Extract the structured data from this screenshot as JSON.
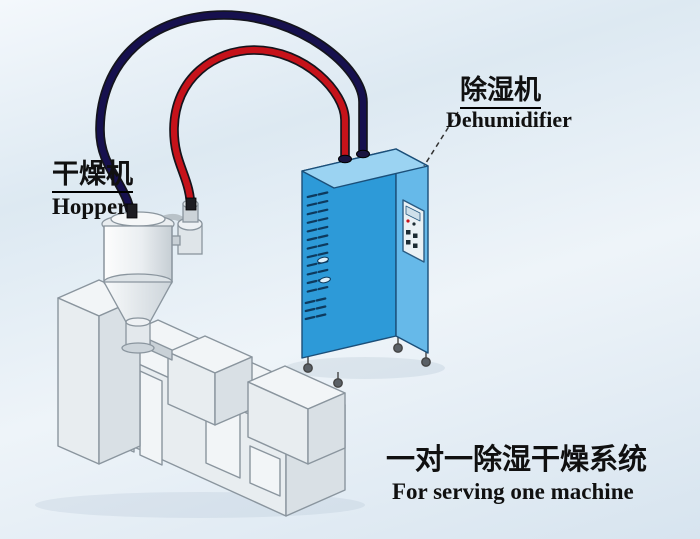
{
  "labels": {
    "hopper": {
      "zh": "干燥机",
      "en": "Hopper"
    },
    "dehumidifier": {
      "zh": "除湿机",
      "en": "Dehumidifier"
    },
    "caption": {
      "zh": "一对一除湿干燥系统",
      "en": "For serving one machine"
    }
  },
  "colors": {
    "tube_red": "#c6121a",
    "tube_navy": "#16104e",
    "cabinet_front": "#2d9ad8",
    "cabinet_side": "#66b9e9",
    "cabinet_top": "#9bd3f2",
    "machine_light": "#f2f5f7",
    "machine_mid": "#e8edf0",
    "machine_dark": "#d9e0e5",
    "outline": "#8a959e",
    "text": "#101010"
  }
}
